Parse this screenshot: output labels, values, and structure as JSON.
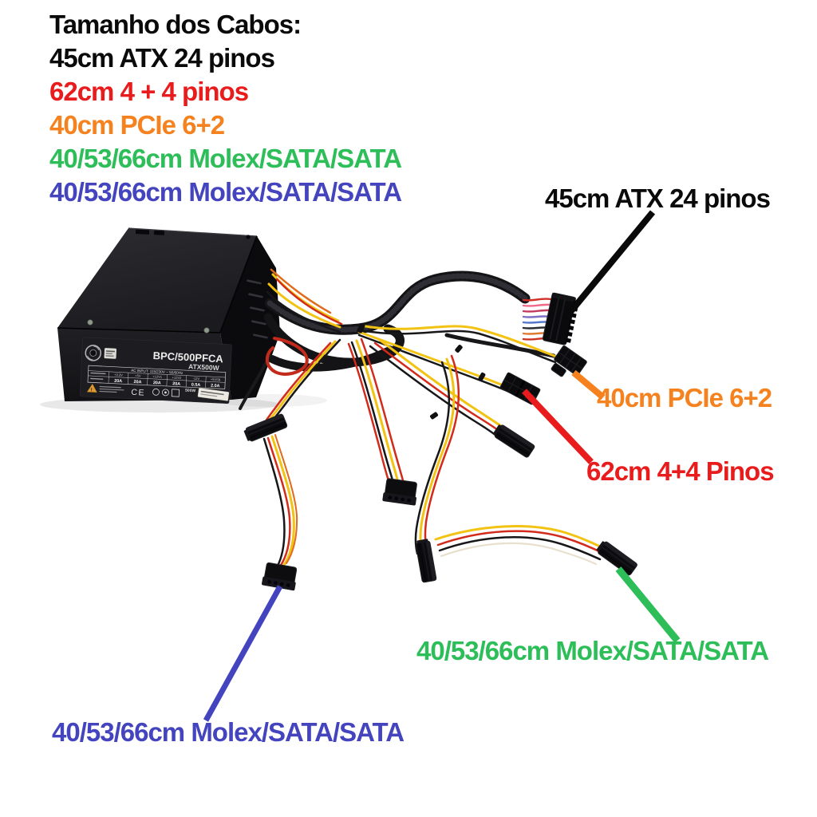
{
  "legend": {
    "title": "Tamanho dos Cabos:",
    "title_color": "#0a0a0a",
    "items": [
      {
        "text": "45cm ATX 24 pinos",
        "color": "#0a0a0a"
      },
      {
        "text": "62cm 4 + 4 pinos",
        "color": "#e81c1c"
      },
      {
        "text": "40cm PCIe 6+2",
        "color": "#f5821f"
      },
      {
        "text": "40/53/66cm Molex/SATA/SATA",
        "color": "#2dbe59"
      },
      {
        "text": "40/53/66cm Molex/SATA/SATA",
        "color": "#4444bf"
      }
    ]
  },
  "callouts": [
    {
      "label": "45cm ATX 24 pinos",
      "color": "#0a0a0a"
    },
    {
      "label": "40cm PCIe 6+2",
      "color": "#f5821f"
    },
    {
      "label": "62cm 4+4 Pinos",
      "color": "#e81c1c"
    },
    {
      "label": "40/53/66cm Molex/SATA/SATA",
      "color": "#2dbe59"
    },
    {
      "label": "40/53/66cm Molex/SATA/SATA",
      "color": "#4444bf"
    }
  ],
  "psu": {
    "model": "BPC/500PFCA",
    "wattage": "ATX500W",
    "label": {
      "input_line": "AC INPUT: 115/230V ~ 50/60Hz",
      "rails": [
        "+3.3V",
        "+5V",
        "+12V1",
        "+12V2",
        "-12V",
        "+5VSB"
      ],
      "amps": [
        "20A",
        "20A",
        "20A",
        "20A",
        "0.5A",
        "2.0A"
      ],
      "total": "500W",
      "ce": "CE",
      "warning": "!"
    }
  }
}
